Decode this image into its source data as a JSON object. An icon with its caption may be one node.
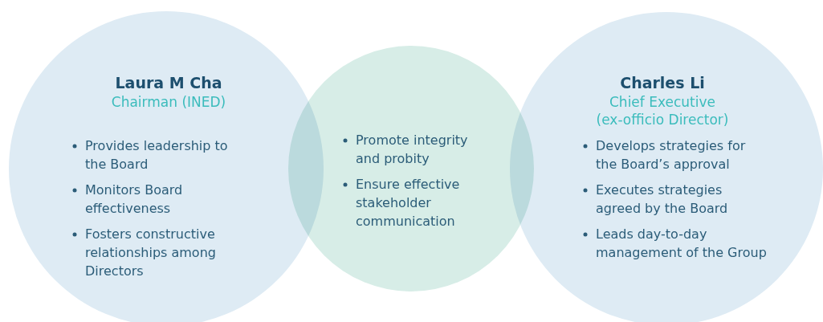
{
  "diagram": {
    "nodes": [
      {
        "text": [
          "Laura M Cha",
          "Chairman (INED)",
          "Provides leadership to the Board",
          "Monitors Board effectiveness",
          "Fosters constructive relationships among Directors"
        ]
      },
      {
        "text": [
          "Promote integrity and probity",
          "Ensure effective stakeholder communication"
        ]
      },
      {
        "text": [
          "Charles Li",
          "Chief Executive (ex-officio Director)",
          "Develops strategies for the Board’s approval",
          "Executes strategies agreed by the Board",
          "Leads day-to-day management of the Group"
        ]
      }
    ]
  }
}
